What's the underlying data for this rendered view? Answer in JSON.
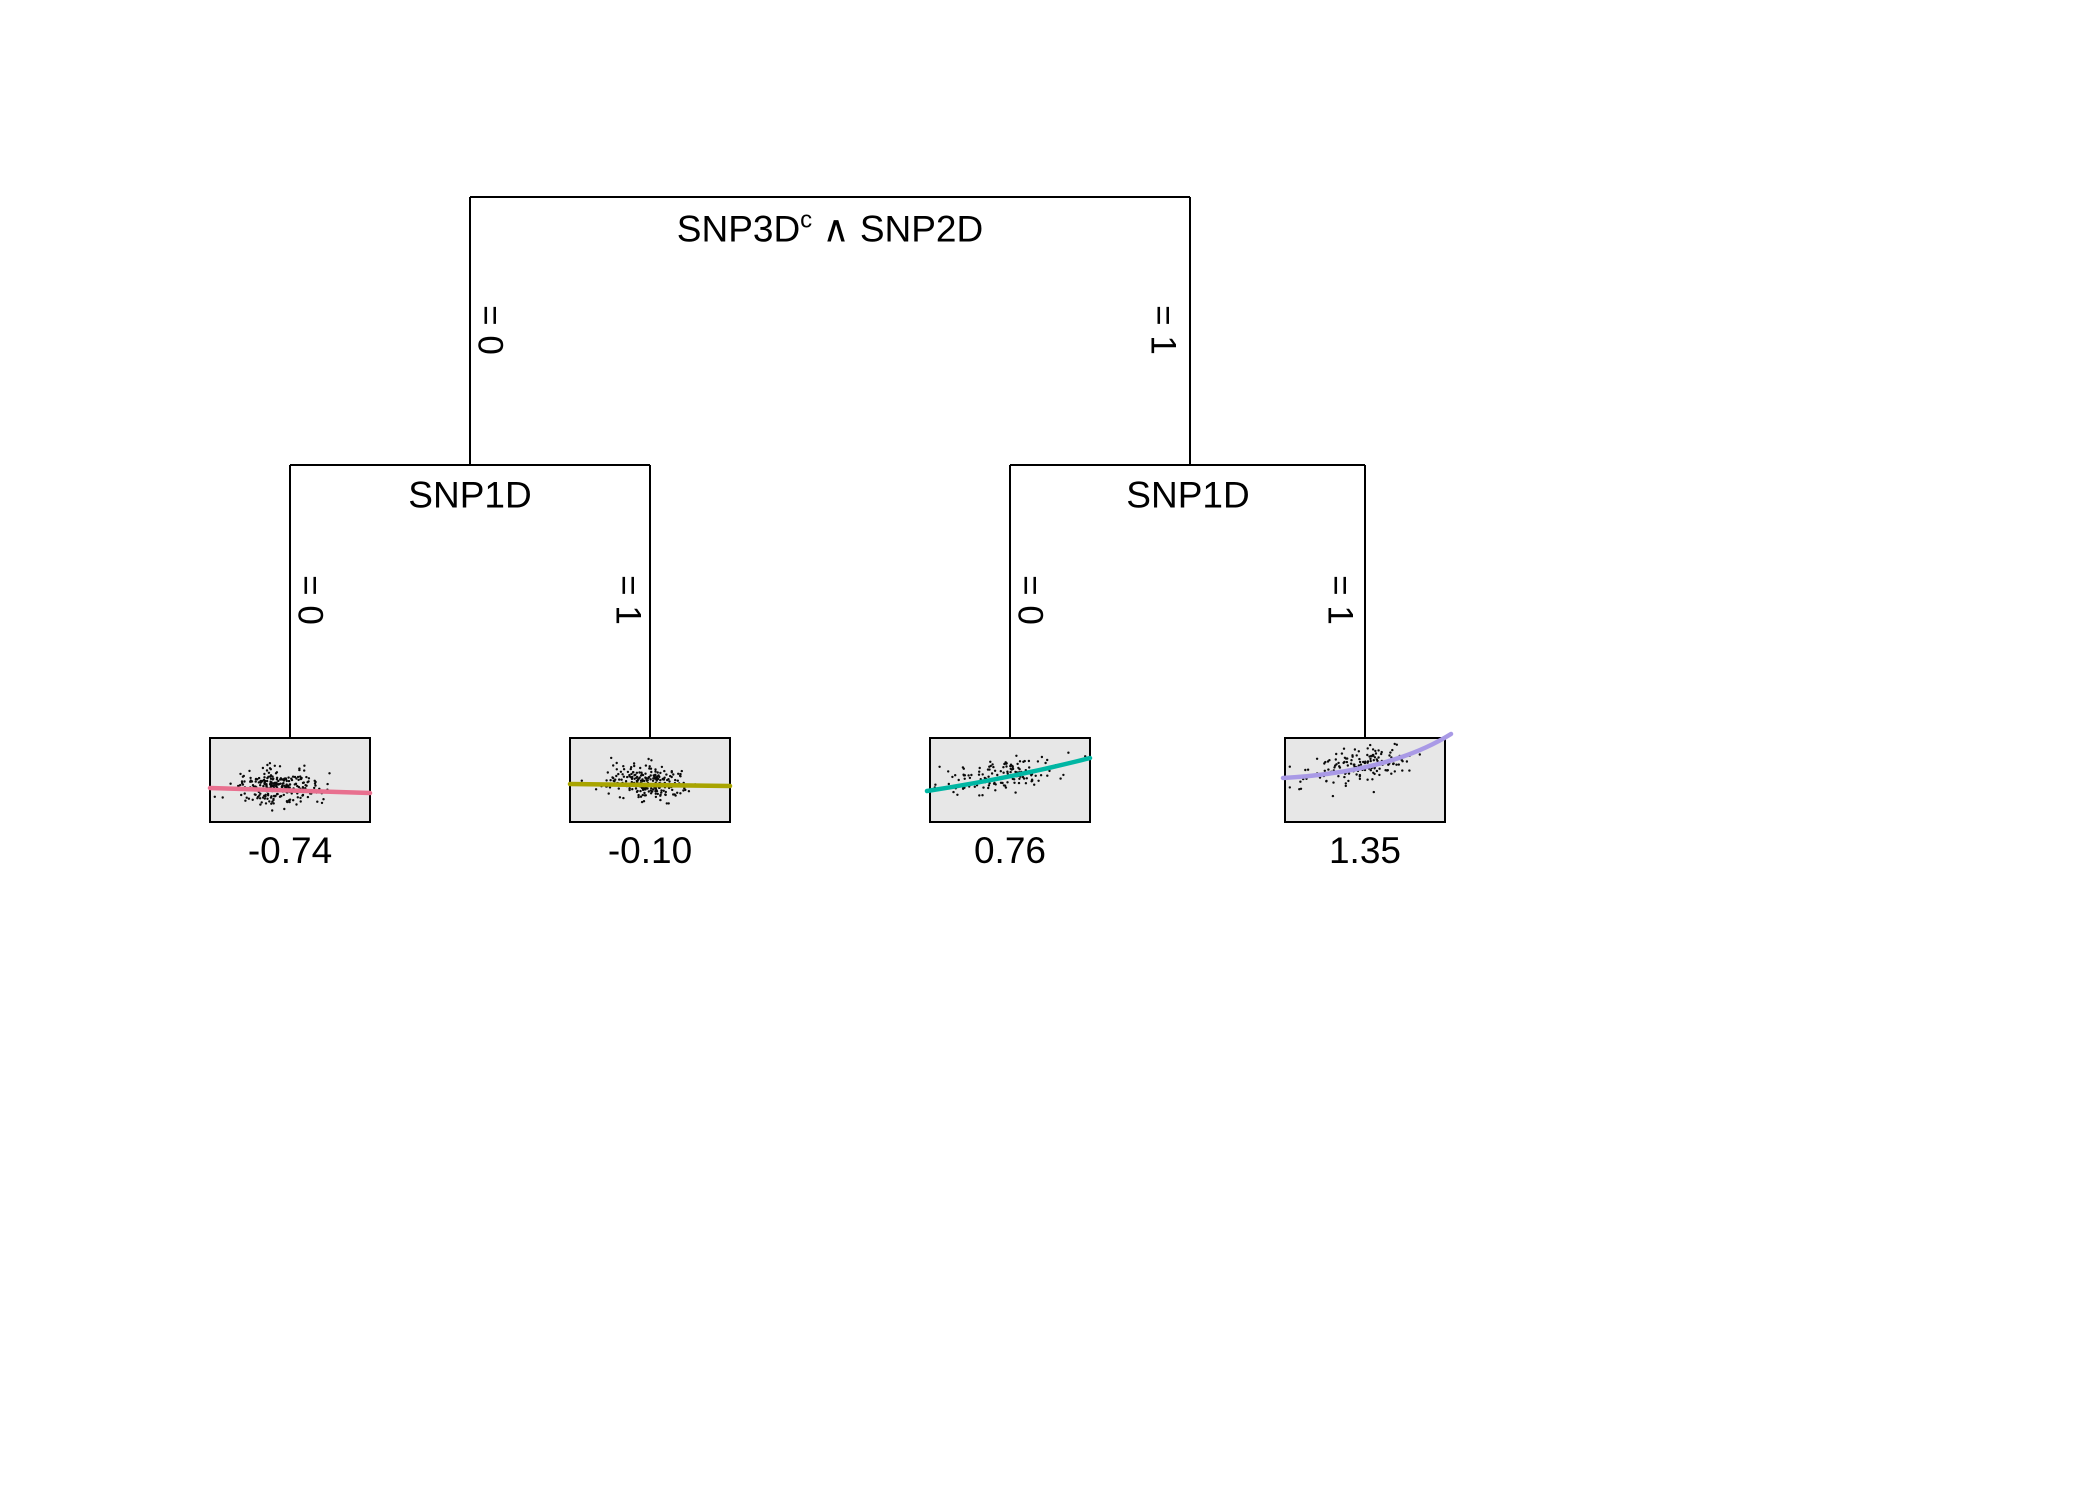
{
  "plot": {
    "background": "#ffffff",
    "box_fill": "#e7e7e7",
    "box_stroke": "#000000",
    "dot_color": "#0a0a0a",
    "edge_color": "#000000"
  },
  "tree": {
    "root": {
      "base": "SNP3D",
      "sup": "c",
      "rest": " ∧ SNP2D"
    },
    "nodes": {
      "left": "SNP1D",
      "right": "SNP1D"
    },
    "branches": {
      "root_left": "= 0",
      "root_right": "= 1",
      "left_left": "= 0",
      "left_right": "= 1",
      "right_left": "= 0",
      "right_right": "= 1"
    }
  },
  "leaves": [
    {
      "value": "-0.74",
      "color": "#e8708f",
      "line_path": "M0,50 L160,55",
      "scatter": {
        "seed": 7,
        "n": 270,
        "cx": 0.42,
        "sx": 0.13,
        "cy": 0.58,
        "sy": 0.1,
        "slope": 0
      }
    },
    {
      "value": "-0.10",
      "color": "#a8a400",
      "line_path": "M0,46 L160,48",
      "scatter": {
        "seed": 13,
        "n": 250,
        "cx": 0.45,
        "sx": 0.13,
        "cy": 0.53,
        "sy": 0.1,
        "slope": 0.02
      }
    },
    {
      "value": "0.76",
      "color": "#00b6a3",
      "line_path": "M-3,53 Q82,40 160,20",
      "scatter": {
        "seed": 21,
        "n": 150,
        "cx": 0.45,
        "sx": 0.19,
        "cy": 0.45,
        "sy": 0.11,
        "slope": -0.3
      }
    },
    {
      "value": "1.35",
      "color": "#a99ae6",
      "line_path": "M-2,40 Q105,34 166,-4",
      "scatter": {
        "seed": 42,
        "n": 150,
        "cx": 0.47,
        "sx": 0.17,
        "cy": 0.33,
        "sy": 0.11,
        "slope": -0.28
      }
    }
  ]
}
